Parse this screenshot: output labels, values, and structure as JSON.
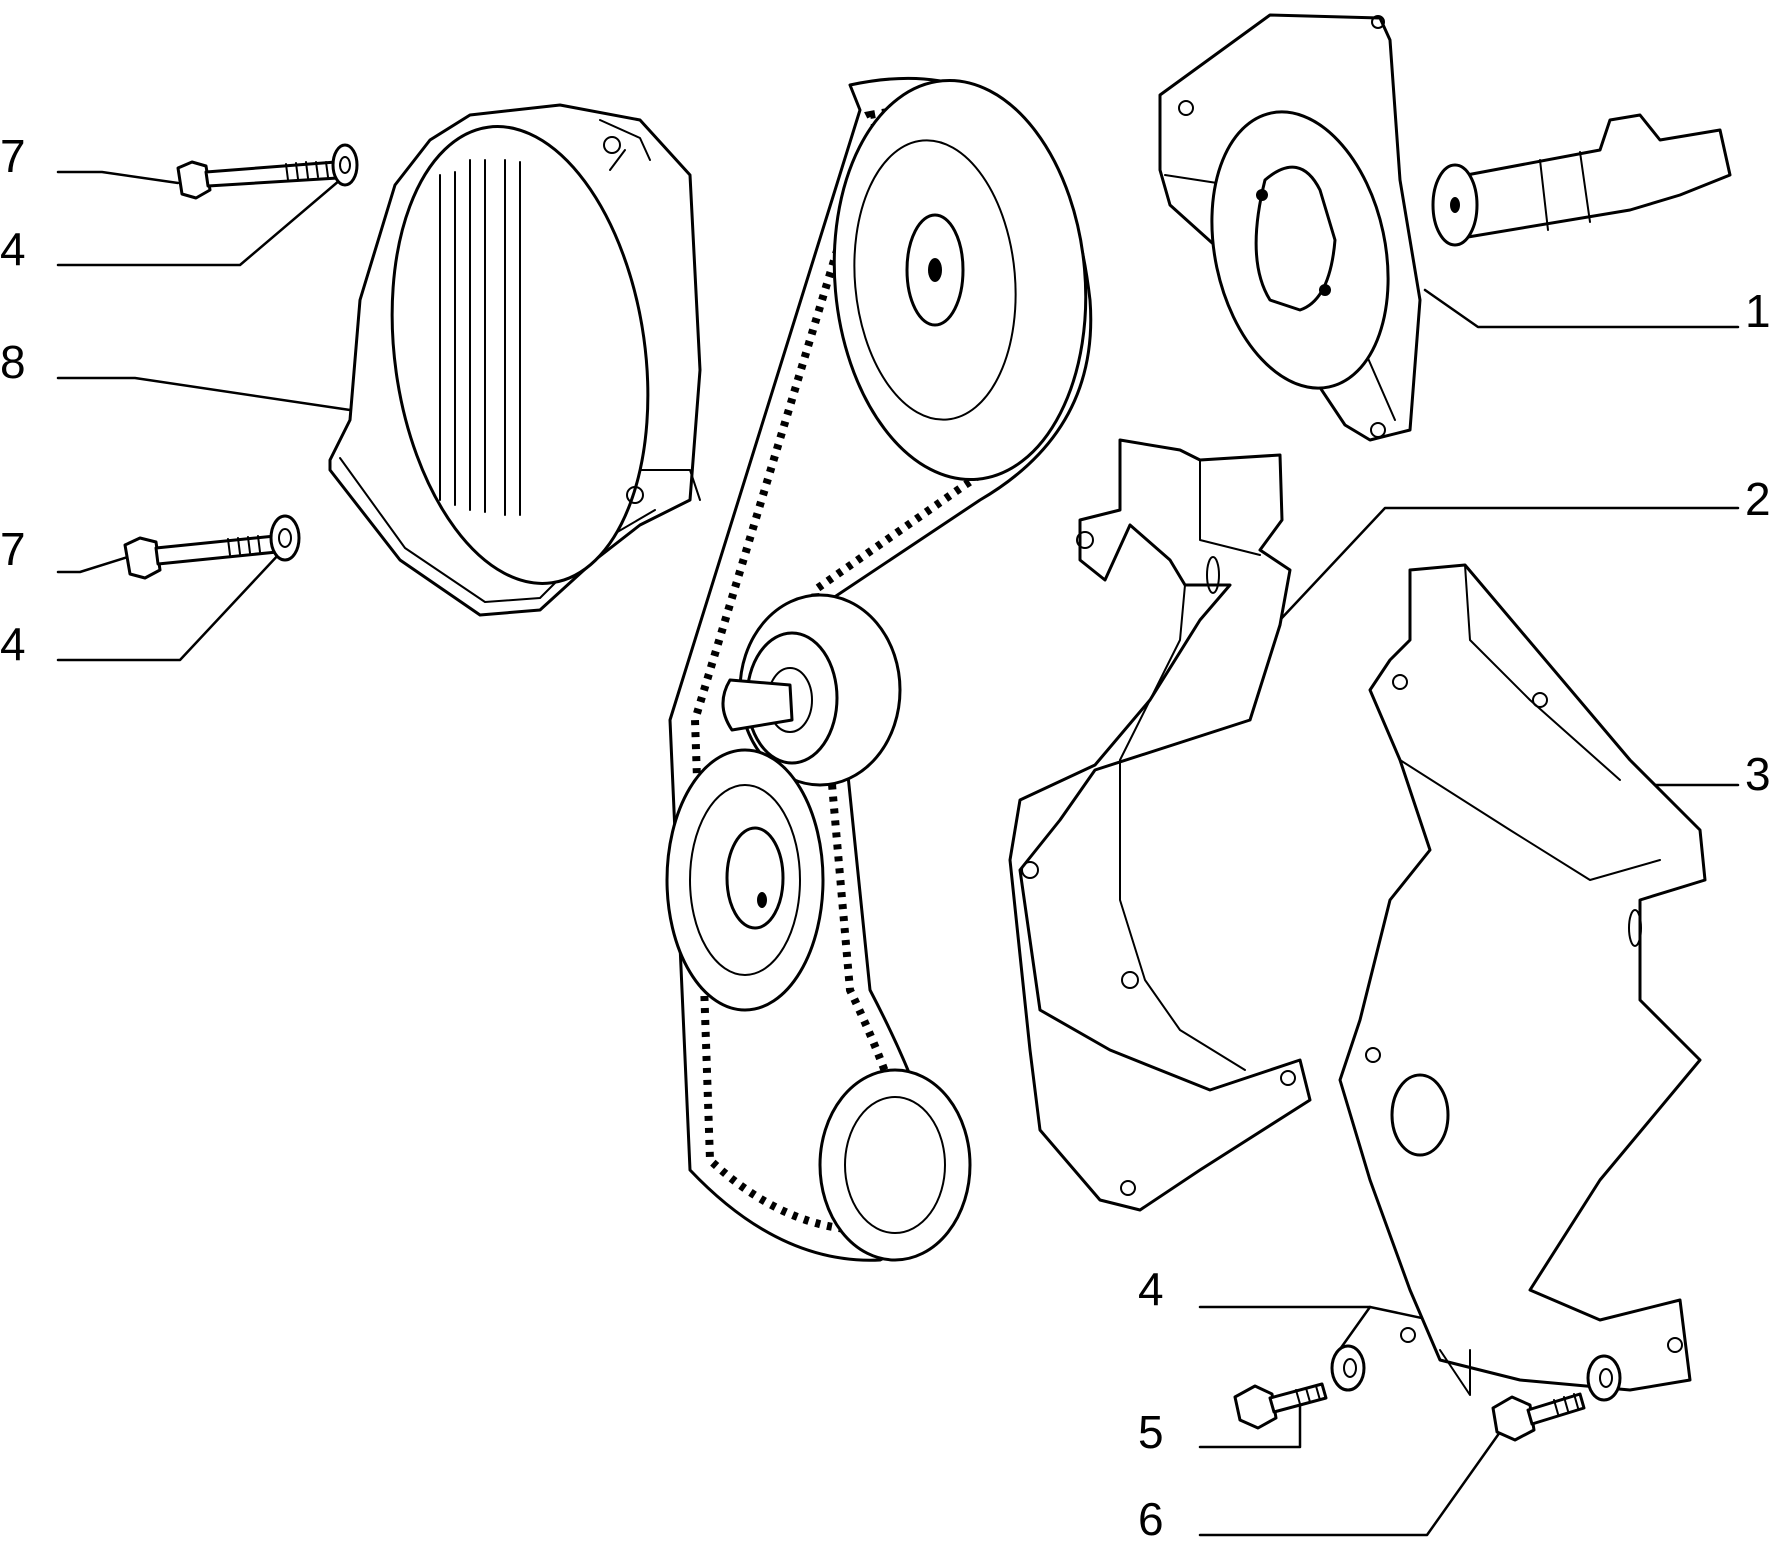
{
  "diagram": {
    "callouts": [
      {
        "id": "c7a",
        "label": "7"
      },
      {
        "id": "c4a",
        "label": "4"
      },
      {
        "id": "c8",
        "label": "8"
      },
      {
        "id": "c7b",
        "label": "7"
      },
      {
        "id": "c4b",
        "label": "4"
      },
      {
        "id": "c1",
        "label": "1"
      },
      {
        "id": "c2",
        "label": "2"
      },
      {
        "id": "c3",
        "label": "3"
      },
      {
        "id": "c4c",
        "label": "4"
      },
      {
        "id": "c5",
        "label": "5"
      },
      {
        "id": "c6",
        "label": "6"
      }
    ]
  }
}
